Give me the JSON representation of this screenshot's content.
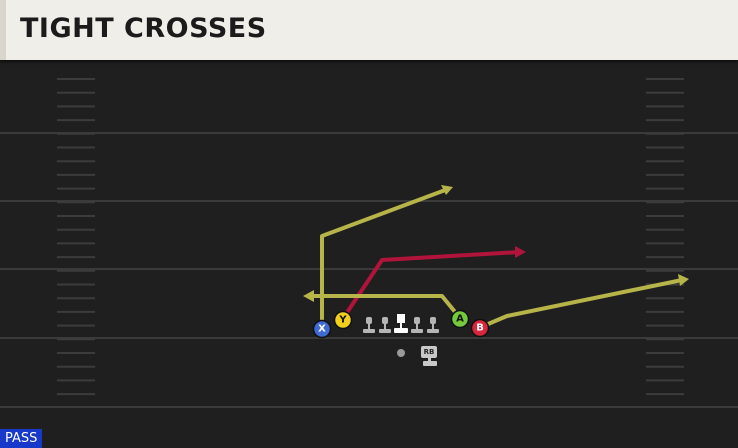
{
  "play": {
    "title": "TIGHT CROSSES",
    "type_badge": "PASS"
  },
  "players": [
    {
      "id": "X",
      "label": "X",
      "color": "#3e6ad1",
      "text_color": "#ffffff"
    },
    {
      "id": "Y",
      "label": "Y",
      "color": "#f2cf1c",
      "text_color": "#111111"
    },
    {
      "id": "A",
      "label": "A",
      "color": "#74c93c",
      "text_color": "#111111"
    },
    {
      "id": "B",
      "label": "B",
      "color": "#d8263c",
      "text_color": "#ffffff"
    },
    {
      "id": "RB",
      "label": "RB",
      "icon": "running-back-icon"
    }
  ],
  "colors": {
    "route_yellow": "#b7b44a",
    "route_red": "#b0143a",
    "yard_line": "#3a3a3a",
    "hash_mark": "#3c3c3c",
    "lineman": "#b5b5b5",
    "center": "#ffffff"
  }
}
